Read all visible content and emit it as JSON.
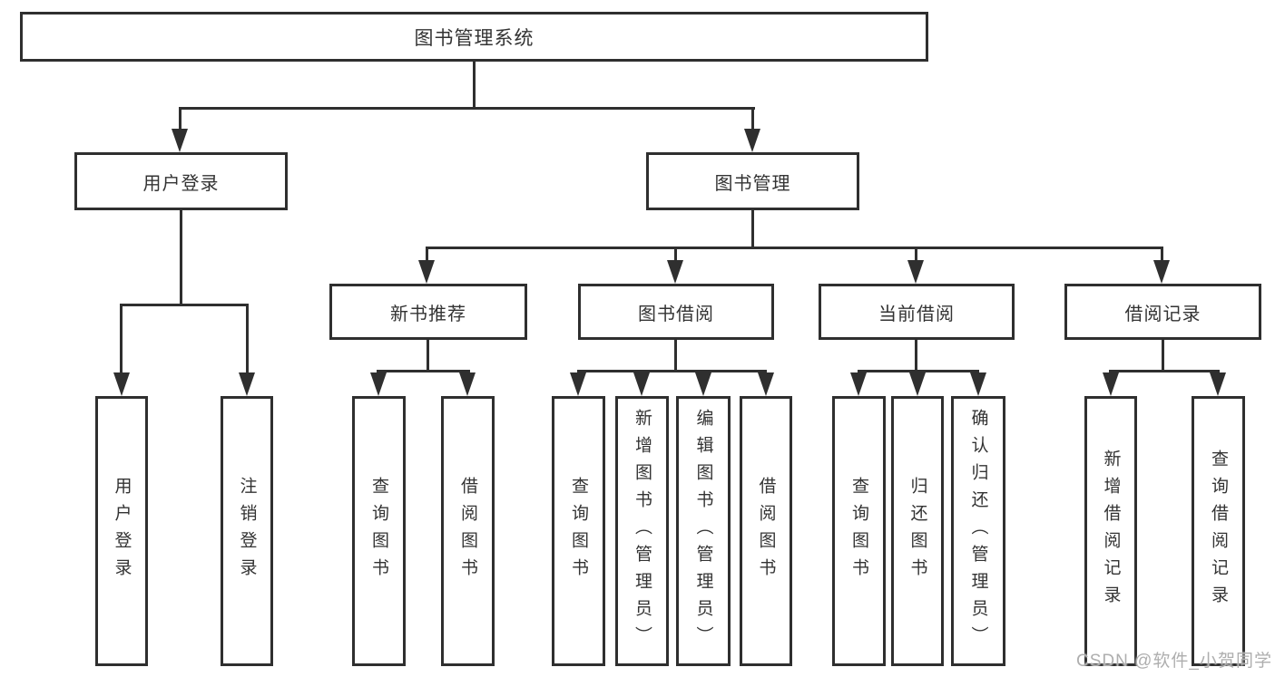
{
  "diagram": {
    "title": "图书管理系统",
    "type": "hierarchy-tree",
    "colors": {
      "line": "#2f2f2f",
      "text": "#333333",
      "box_fill": "#ffffff",
      "background": "#ffffff",
      "watermark": "#aeaeae"
    },
    "nodes": {
      "root": {
        "label": "图书管理系统"
      },
      "user_login": {
        "label": "用户登录"
      },
      "book_mgmt": {
        "label": "图书管理"
      },
      "new_book_rec": {
        "label": "新书推荐"
      },
      "book_borrow": {
        "label": "图书借阅"
      },
      "current_borrow": {
        "label": "当前借阅"
      },
      "borrow_records": {
        "label": "借阅记录"
      },
      "leaf_user_login": {
        "label": "用户登录"
      },
      "leaf_logout": {
        "label": "注销登录"
      },
      "leaf_rec_query": {
        "label": "查询图书"
      },
      "leaf_rec_borrow": {
        "label": "借阅图书"
      },
      "leaf_bb_query": {
        "label": "查询图书"
      },
      "leaf_bb_add": {
        "label": "新增图书（管理员）"
      },
      "leaf_bb_edit": {
        "label": "编辑图书（管理员）"
      },
      "leaf_bb_borrow": {
        "label": "借阅图书"
      },
      "leaf_cb_query": {
        "label": "查询图书"
      },
      "leaf_cb_return": {
        "label": "归还图书"
      },
      "leaf_cb_confirm": {
        "label": "确认归还（管理员）"
      },
      "leaf_br_add": {
        "label": "新增借阅记录"
      },
      "leaf_br_query": {
        "label": "查询借阅记录"
      }
    },
    "edges": [
      [
        "root",
        "user_login"
      ],
      [
        "root",
        "book_mgmt"
      ],
      [
        "user_login",
        "leaf_user_login"
      ],
      [
        "user_login",
        "leaf_logout"
      ],
      [
        "book_mgmt",
        "new_book_rec"
      ],
      [
        "book_mgmt",
        "book_borrow"
      ],
      [
        "book_mgmt",
        "current_borrow"
      ],
      [
        "book_mgmt",
        "borrow_records"
      ],
      [
        "new_book_rec",
        "leaf_rec_query"
      ],
      [
        "new_book_rec",
        "leaf_rec_borrow"
      ],
      [
        "book_borrow",
        "leaf_bb_query"
      ],
      [
        "book_borrow",
        "leaf_bb_add"
      ],
      [
        "book_borrow",
        "leaf_bb_edit"
      ],
      [
        "book_borrow",
        "leaf_bb_borrow"
      ],
      [
        "current_borrow",
        "leaf_cb_query"
      ],
      [
        "current_borrow",
        "leaf_cb_return"
      ],
      [
        "current_borrow",
        "leaf_cb_confirm"
      ],
      [
        "borrow_records",
        "leaf_br_add"
      ],
      [
        "borrow_records",
        "leaf_br_query"
      ]
    ]
  },
  "watermark": {
    "text": "CSDN @软件_小贺同学"
  }
}
